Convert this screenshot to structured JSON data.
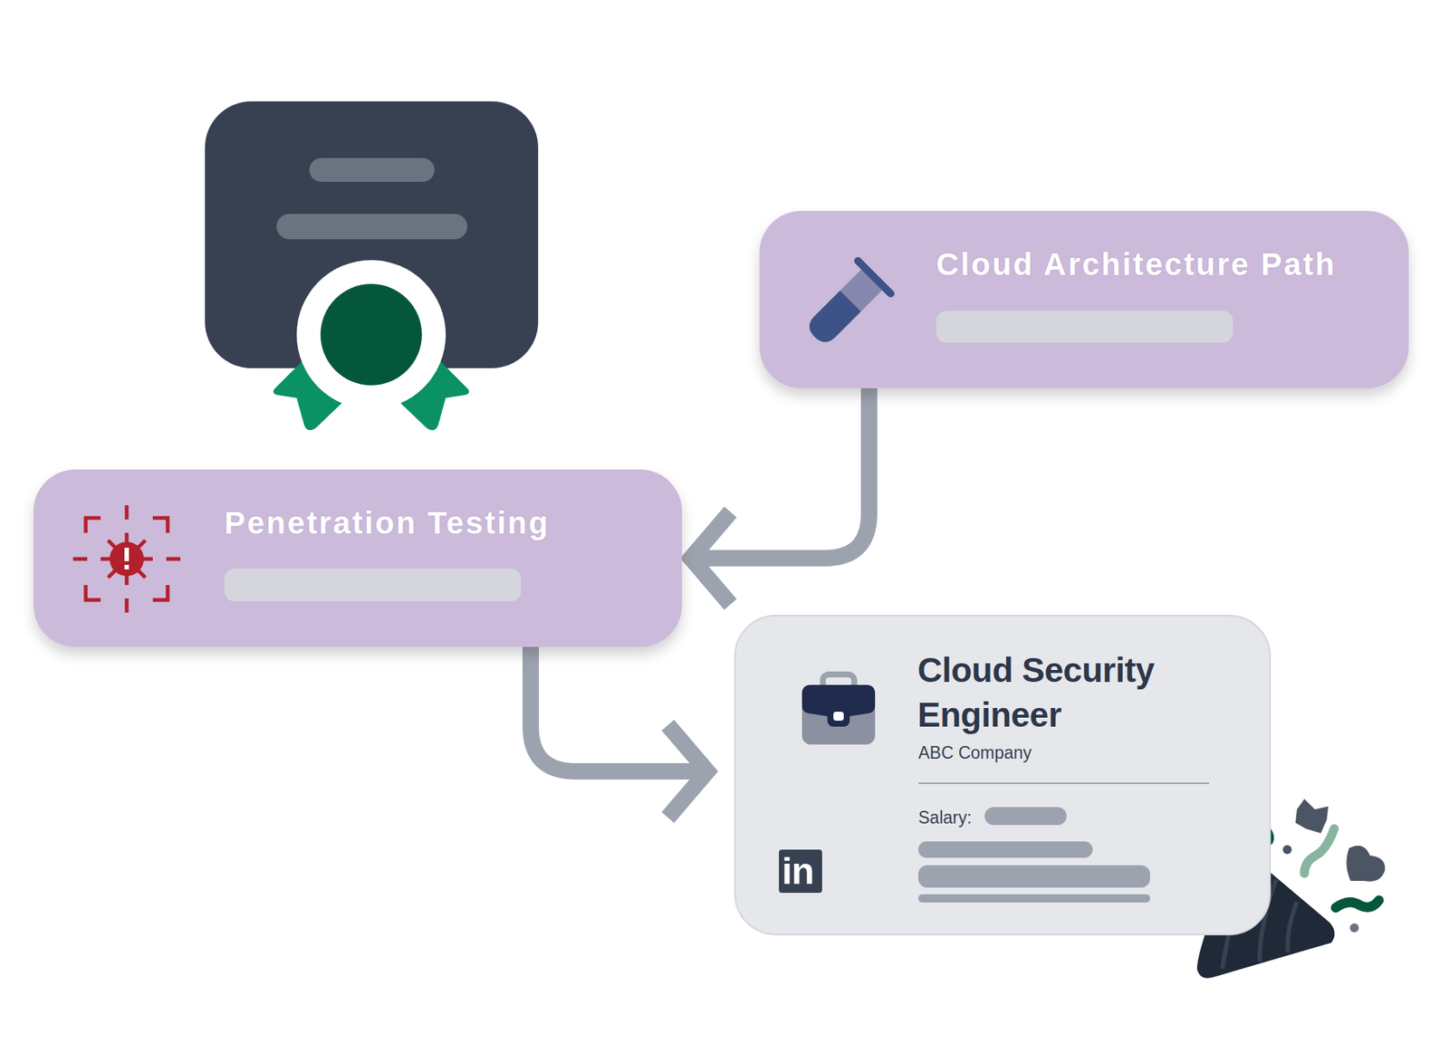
{
  "diagram": {
    "nodes": [
      {
        "text": [
          "Cloud Architecture Path"
        ]
      },
      {
        "text": [
          "Penetration Testing"
        ]
      },
      {
        "text": [
          "Cloud Security Engineer",
          "ABC Company",
          "Salary:"
        ]
      }
    ],
    "edges": [
      {
        "from": 0,
        "to": 1,
        "arrow": "to"
      },
      {
        "from": 1,
        "to": 2,
        "arrow": "to"
      }
    ],
    "labels": [
      "in"
    ]
  }
}
